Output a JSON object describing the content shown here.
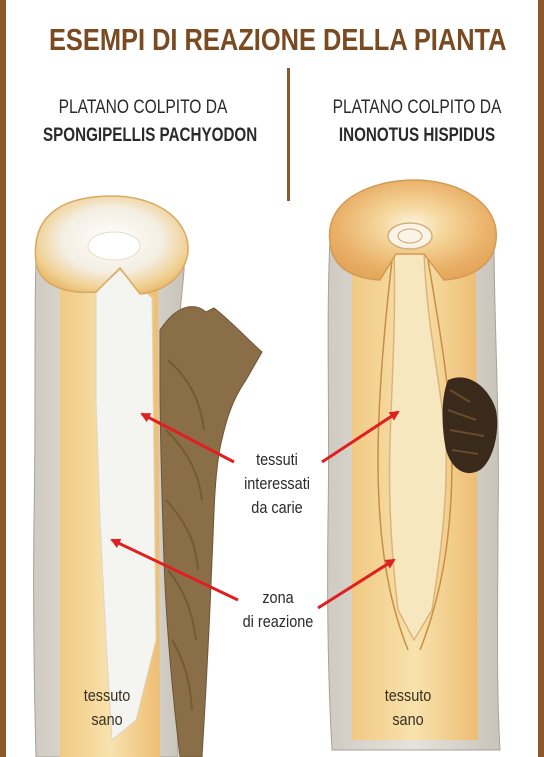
{
  "title": "ESEMPI DI REAZIONE DELLA PIANTA",
  "left": {
    "caption_line1": "PLATANO COLPITO DA",
    "caption_line2": "SPONGIPELLIS PACHYODON"
  },
  "right": {
    "caption_line1": "PLATANO COLPITO DA",
    "caption_line2": "INONOTUS HISPIDUS"
  },
  "labels": {
    "decay_line1": "tessuti",
    "decay_line2": "interessati",
    "decay_line3": "da carie",
    "reaction_line1": "zona",
    "reaction_line2": "di reazione",
    "healthy_line1": "tessuto",
    "healthy_line2": "sano"
  },
  "colors": {
    "frame": "#8b5a2b",
    "title": "#7a4a20",
    "arrow": "#e02020",
    "bark": "#d8d4cc",
    "wood": "#f3d79a",
    "decay": "#f2f2ee",
    "rot": "#8a6e48"
  }
}
